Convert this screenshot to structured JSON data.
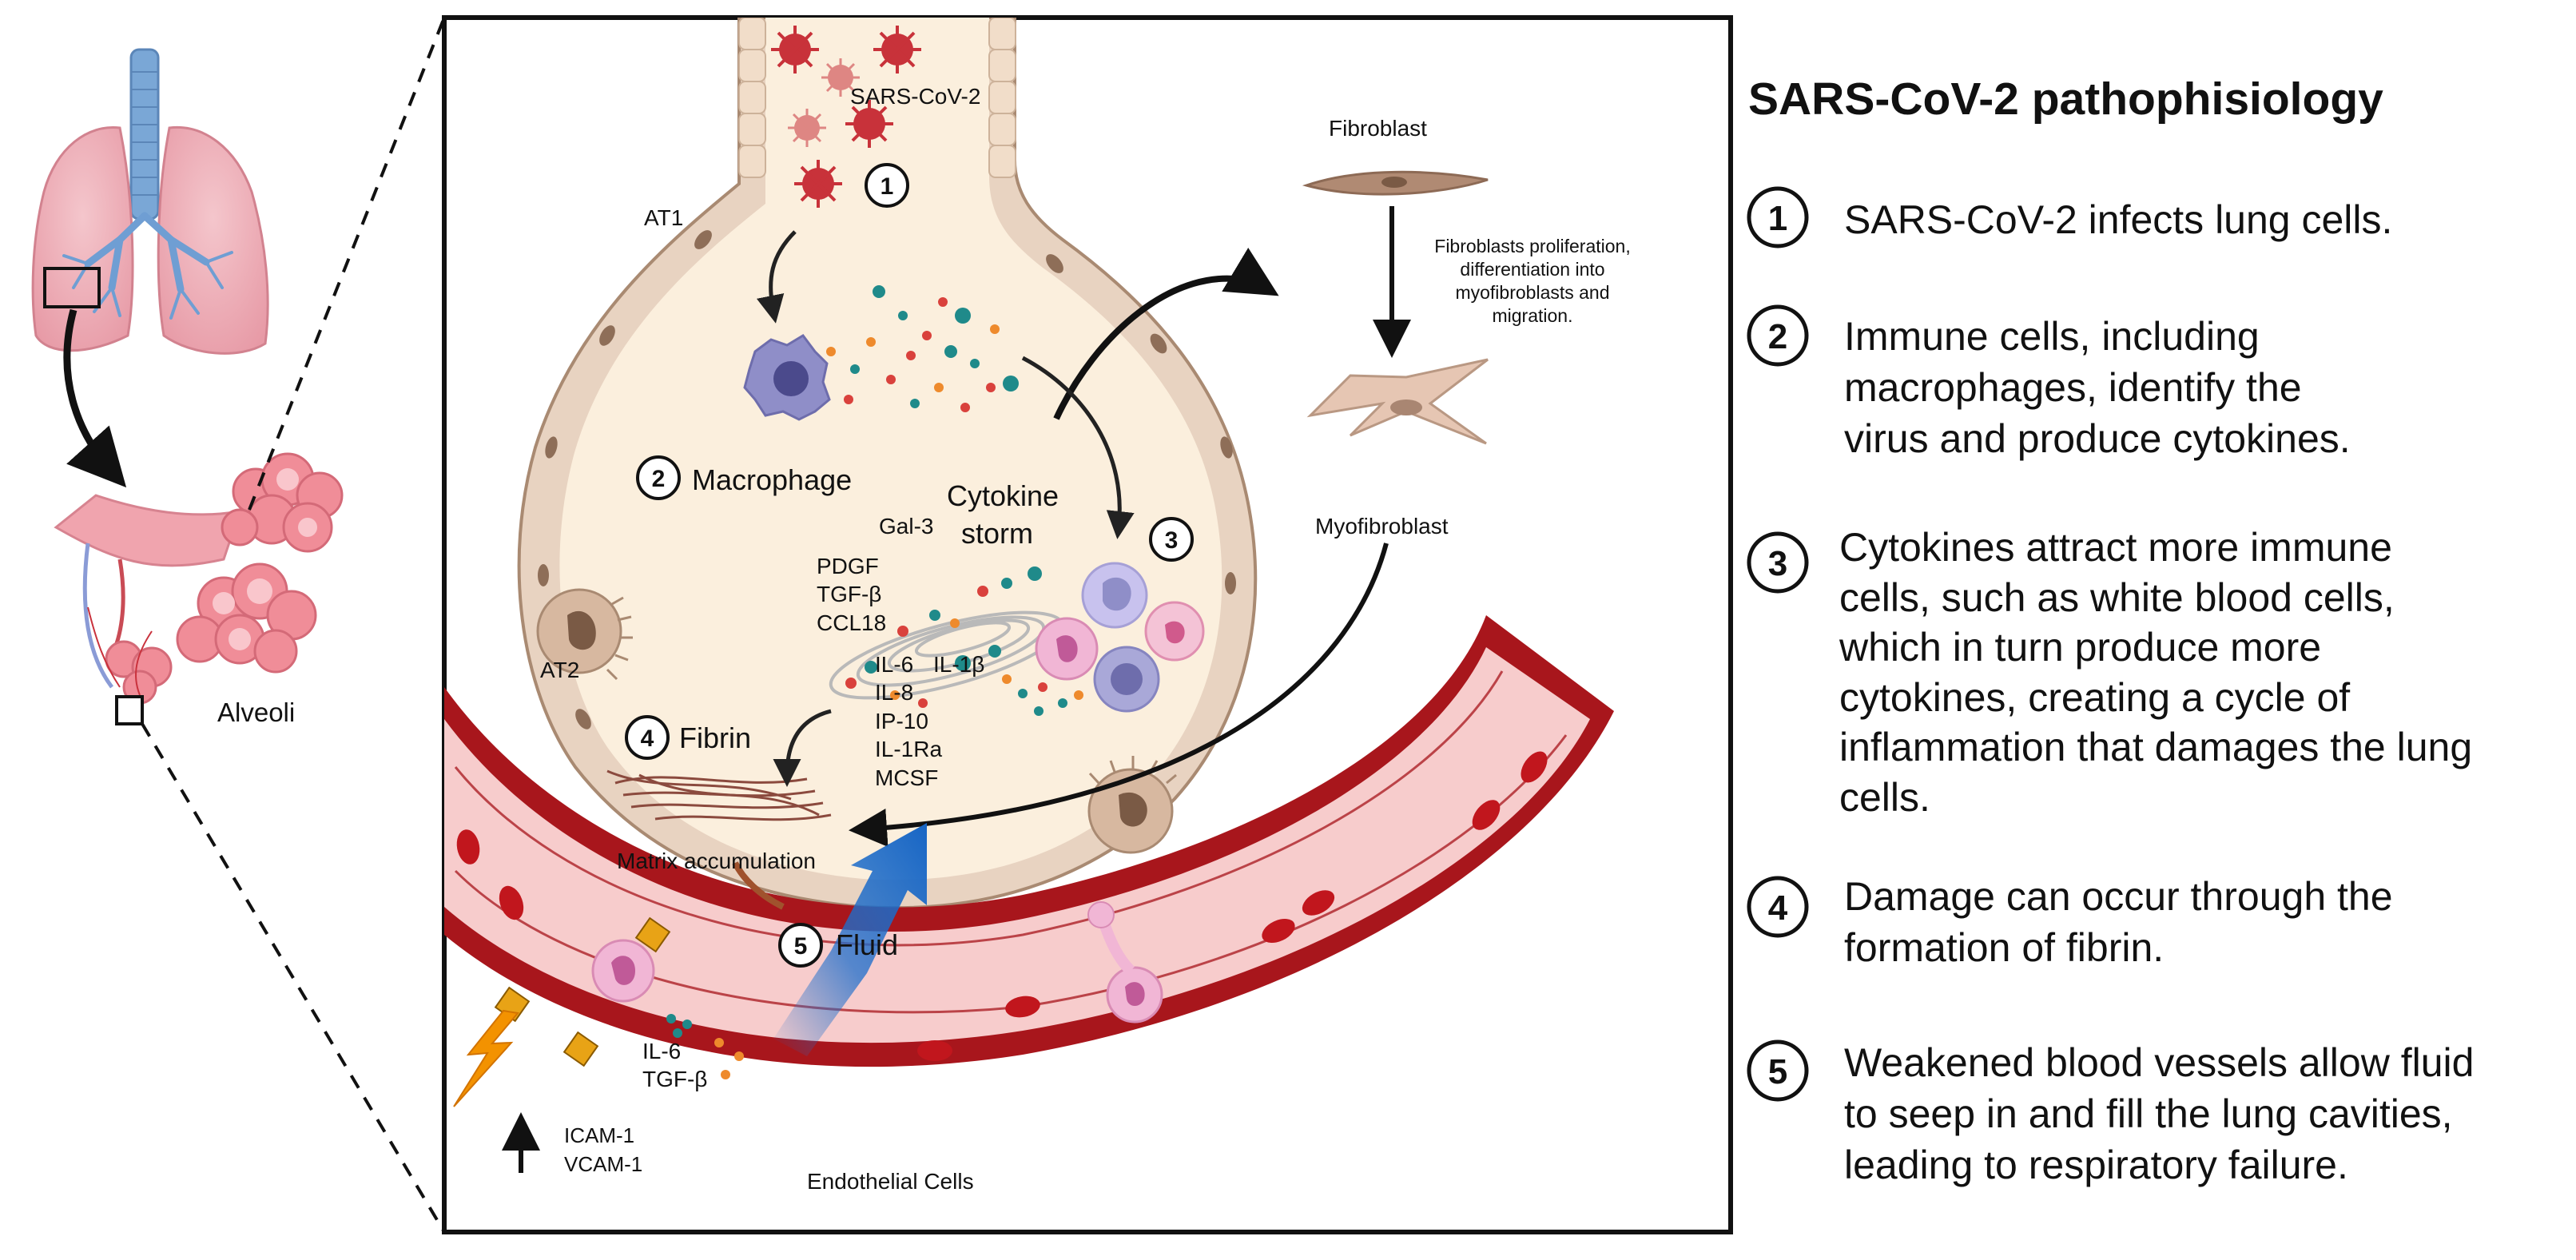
{
  "left_panel": {
    "alveoli_label": "Alveoli"
  },
  "main_panel": {
    "virus_label": "SARS-CoV-2",
    "at1_label": "AT1",
    "at2_label": "AT2",
    "fibroblast_label": "Fibroblast",
    "fibroblast_process": [
      "Fibroblasts proliferation,",
      "differentiation into",
      "myofibroblasts and",
      "migration."
    ],
    "myofibroblast_label": "Myofibroblast",
    "macrophage_label": "Macrophage",
    "gal3_label": "Gal-3",
    "cytokine_storm": [
      "Cytokine",
      "storm"
    ],
    "left_cytokines": [
      "PDGF",
      "TGF-β",
      "CCL18"
    ],
    "center_cytokines": [
      "IL-6",
      "IL-1β",
      "IL-8",
      "IP-10",
      "IL-1Ra",
      "MCSF"
    ],
    "fibrin_label": "Fibrin",
    "matrix_label": "Matrix accumulation",
    "fluid_label": "Fluid",
    "vessel_cytokines": [
      "IL-6",
      "TGF-β"
    ],
    "adhesion_molecules": [
      "ICAM-1",
      "VCAM-1"
    ],
    "endothelial_label": "Endothelial Cells",
    "markers": [
      "1",
      "2",
      "3",
      "4",
      "5"
    ]
  },
  "legend": {
    "title": "SARS-CoV-2 pathophisiology",
    "steps": [
      {
        "number": "1",
        "lines": [
          "SARS-CoV-2  infects lung cells."
        ]
      },
      {
        "number": "2",
        "lines": [
          "Immune cells, including",
          "macrophages, identify the",
          "virus and produce cytokines."
        ]
      },
      {
        "number": "3",
        "lines": [
          "Cytokines attract more immune",
          "cells, such as white blood cells,",
          "which in turn produce more",
          "cytokines, creating a cycle of",
          "inflammation that damages the lung",
          "cells."
        ]
      },
      {
        "number": "4",
        "lines": [
          "Damage can occur through the",
          "formation of fibrin."
        ]
      },
      {
        "number": "5",
        "lines": [
          "Weakened blood vessels allow fluid",
          "to seep in and fill the lung cavities,",
          "leading to respiratory failure."
        ]
      }
    ]
  },
  "colors": {
    "alveolus_fill": "#fbefdd",
    "alveolus_wall": "#d9bfa8",
    "virus": "#c8323a",
    "vessel_dark": "#a8161c",
    "vessel_light": "#f7cccc",
    "fluid_arrow": "#1f6fcc",
    "lightning": "#f39200",
    "adhesion": "#e8a316",
    "macrophage": "#8f8ec8",
    "cytokine_teal": "#1f8a8a",
    "cytokine_red": "#d9413c",
    "cytokine_orange": "#ee8a2c"
  }
}
